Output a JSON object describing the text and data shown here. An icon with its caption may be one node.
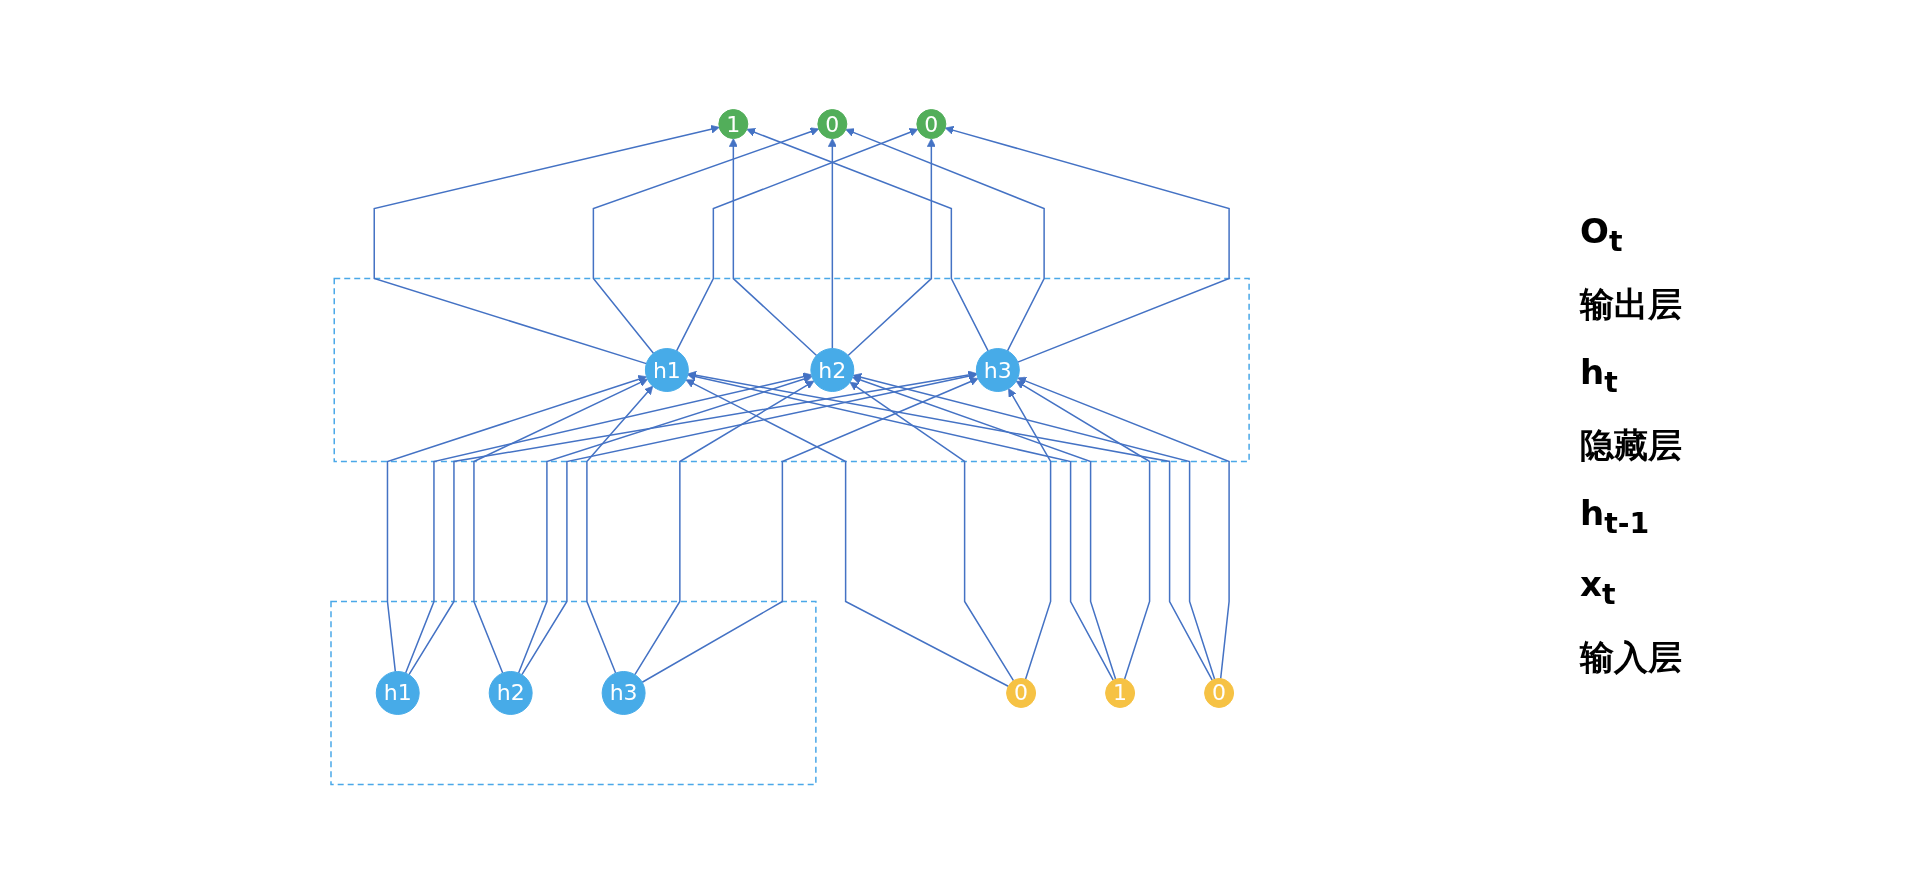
{
  "diagram": {
    "nodes": [
      {
        "text": [
          "1"
        ]
      },
      {
        "text": [
          "0"
        ]
      },
      {
        "text": [
          "0"
        ]
      },
      {
        "text": [],
        "shape": "box"
      },
      {
        "text": [
          "h1"
        ],
        "in": 3
      },
      {
        "text": [
          "h2"
        ],
        "in": 3
      },
      {
        "text": [
          "h3"
        ],
        "in": 3
      },
      {
        "text": [],
        "shape": "box"
      },
      {
        "text": [
          "h1"
        ],
        "in": 7
      },
      {
        "text": [
          "h2"
        ],
        "in": 7
      },
      {
        "text": [
          "h3"
        ],
        "in": 7
      },
      {
        "text": [
          "0"
        ]
      },
      {
        "text": [
          "1"
        ]
      },
      {
        "text": [
          "0"
        ]
      }
    ],
    "edges": [
      {
        "from": 4,
        "to": 0,
        "arrow": "to"
      },
      {
        "from": 4,
        "to": 1,
        "arrow": "to"
      },
      {
        "from": 4,
        "to": 2,
        "arrow": "to"
      },
      {
        "from": 5,
        "to": 0,
        "arrow": "to"
      },
      {
        "from": 5,
        "to": 1,
        "arrow": "to"
      },
      {
        "from": 5,
        "to": 2,
        "arrow": "to"
      },
      {
        "from": 6,
        "to": 0,
        "arrow": "to"
      },
      {
        "from": 6,
        "to": 1,
        "arrow": "to"
      },
      {
        "from": 6,
        "to": 2,
        "arrow": "to"
      },
      {
        "from": 8,
        "to": 4,
        "arrow": "to"
      },
      {
        "from": 8,
        "to": 5,
        "arrow": "to"
      },
      {
        "from": 8,
        "to": 6,
        "arrow": "to"
      },
      {
        "from": 9,
        "to": 4,
        "arrow": "to"
      },
      {
        "from": 9,
        "to": 5,
        "arrow": "to"
      },
      {
        "from": 9,
        "to": 6,
        "arrow": "to"
      },
      {
        "from": 10,
        "to": 4,
        "arrow": "to"
      },
      {
        "from": 10,
        "to": 5,
        "arrow": "to"
      },
      {
        "from": 10,
        "to": 6,
        "arrow": "to"
      },
      {
        "from": 11,
        "to": 4,
        "arrow": "to"
      },
      {
        "from": 11,
        "to": 5,
        "arrow": "to"
      },
      {
        "from": 11,
        "to": 6,
        "arrow": "to"
      },
      {
        "from": 12,
        "to": 4,
        "arrow": "to"
      },
      {
        "from": 12,
        "to": 5,
        "arrow": "to"
      },
      {
        "from": 12,
        "to": 6,
        "arrow": "to"
      },
      {
        "from": 13,
        "to": 4,
        "arrow": "to"
      },
      {
        "from": 13,
        "to": 5,
        "arrow": "to"
      },
      {
        "from": 13,
        "to": 6,
        "arrow": "to"
      }
    ],
    "labels": [
      "O$_{t}$",
      "输出层",
      "h$_{t}$",
      "隐藏层",
      "h$_{t-1}$",
      "x$_{t}$",
      "输入层"
    ]
  }
}
